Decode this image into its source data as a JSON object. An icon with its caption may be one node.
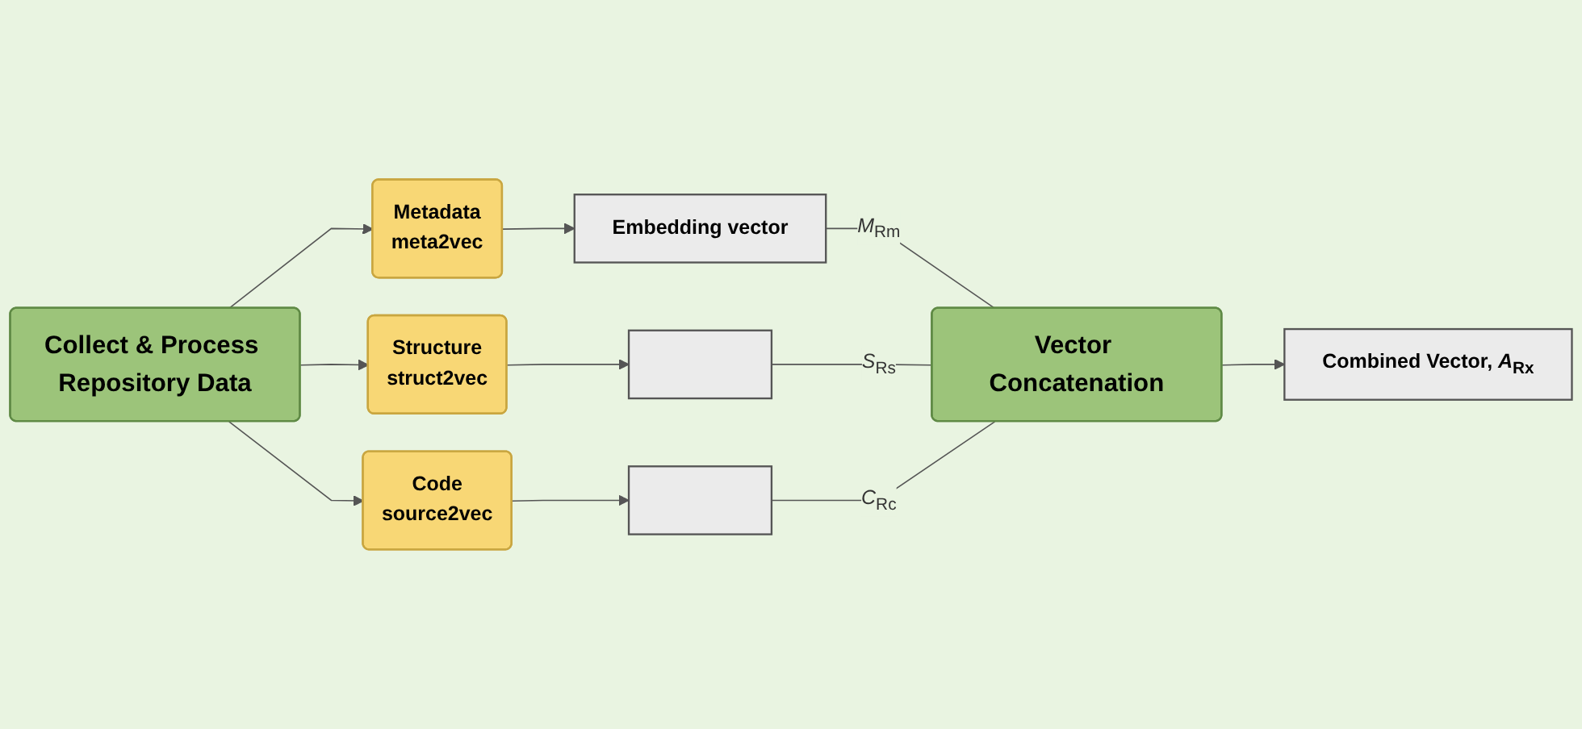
{
  "diagram": {
    "nodes": [
      {
        "text": [
          "Collect & Process Repository Data"
        ]
      },
      {
        "text": [
          "Metadata",
          "meta2vec"
        ]
      },
      {
        "text": [
          "Structure",
          "struct2vec"
        ]
      },
      {
        "text": [
          "Code",
          "source2vec"
        ]
      },
      {
        "text": [
          "Embedding vector"
        ]
      },
      {
        "text": [],
        "shape": "bar"
      },
      {
        "text": [],
        "shape": "bar"
      },
      {
        "text": [
          "Vector Concatenation"
        ]
      },
      {
        "text": [
          "Combined Vector, *A*$_{Rx}$"
        ]
      }
    ],
    "edges": [
      {
        "from": 0,
        "to": 1,
        "arrow": "to"
      },
      {
        "from": 0,
        "to": 2,
        "arrow": "to"
      },
      {
        "from": 0,
        "to": 3,
        "arrow": "to"
      },
      {
        "from": 1,
        "to": 4,
        "arrow": "to"
      },
      {
        "from": 2,
        "to": 5,
        "arrow": "to"
      },
      {
        "from": 3,
        "to": 6,
        "arrow": "to"
      },
      {
        "from": 4,
        "to": 7,
        "arrow": "none",
        "label": "*M*$_{Rm}$"
      },
      {
        "from": 5,
        "to": 7,
        "arrow": "none",
        "label": "*S*$_{Rs}$"
      },
      {
        "from": 6,
        "to": 7,
        "arrow": "none",
        "label": "*C*$_{Rc}$"
      },
      {
        "from": 7,
        "to": 8,
        "arrow": "to"
      }
    ]
  }
}
